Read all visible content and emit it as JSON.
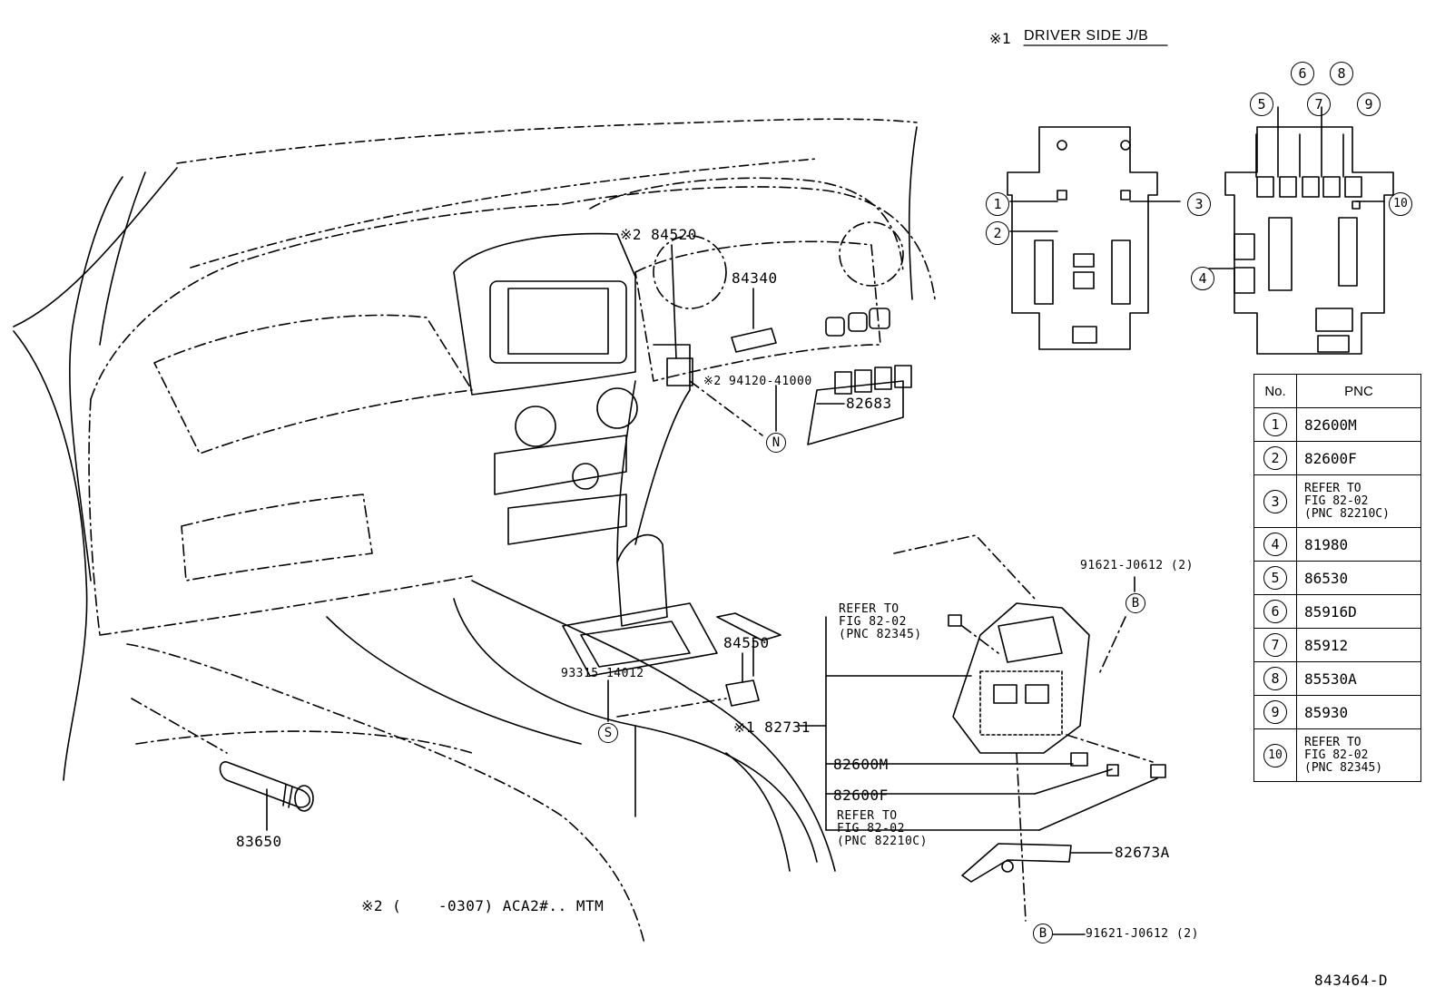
{
  "header": {
    "note_mark": "※1",
    "title": "DRIVER SIDE J/B"
  },
  "jb_circles": [
    "1",
    "2",
    "3",
    "4",
    "5",
    "6",
    "7",
    "8",
    "9",
    "10"
  ],
  "labels": {
    "p84340": "84340",
    "p84520": "※2 84520",
    "p94120": "※2 94120-41000",
    "n_marker": "N",
    "p82683": "82683",
    "p91621_top": "91621-J0612 (2)",
    "b_marker_top": "B",
    "refer_82345": "REFER TO\nFIG 82-02\n(PNC 82345)",
    "p84550": "84550",
    "p93315": "93315-14012",
    "s_marker": "S",
    "p82731": "※1 82731",
    "p82600M": "82600M",
    "p82600F": "82600F",
    "refer_82210C": "REFER TO\nFIG 82-02\n(PNC 82210C)",
    "p82673A": "82673A",
    "p83650": "83650",
    "b_marker_bottom": "B",
    "p91621_bottom": "91621-J0612 (2)",
    "footnote": "※2 (    -0307) ACA2#.. MTM",
    "figure_id": "843464-D"
  },
  "table": {
    "headers": [
      "No.",
      "PNC"
    ],
    "rows": [
      {
        "no": "1",
        "pnc": "82600M"
      },
      {
        "no": "2",
        "pnc": "82600F"
      },
      {
        "no": "3",
        "pnc": "REFER TO\nFIG 82-02\n(PNC 82210C)"
      },
      {
        "no": "4",
        "pnc": "81980"
      },
      {
        "no": "5",
        "pnc": "86530"
      },
      {
        "no": "6",
        "pnc": "85916D"
      },
      {
        "no": "7",
        "pnc": "85912"
      },
      {
        "no": "8",
        "pnc": "85530A"
      },
      {
        "no": "9",
        "pnc": "85930"
      },
      {
        "no": "10",
        "pnc": "REFER TO\nFIG 82-02\n(PNC 82345)"
      }
    ]
  }
}
